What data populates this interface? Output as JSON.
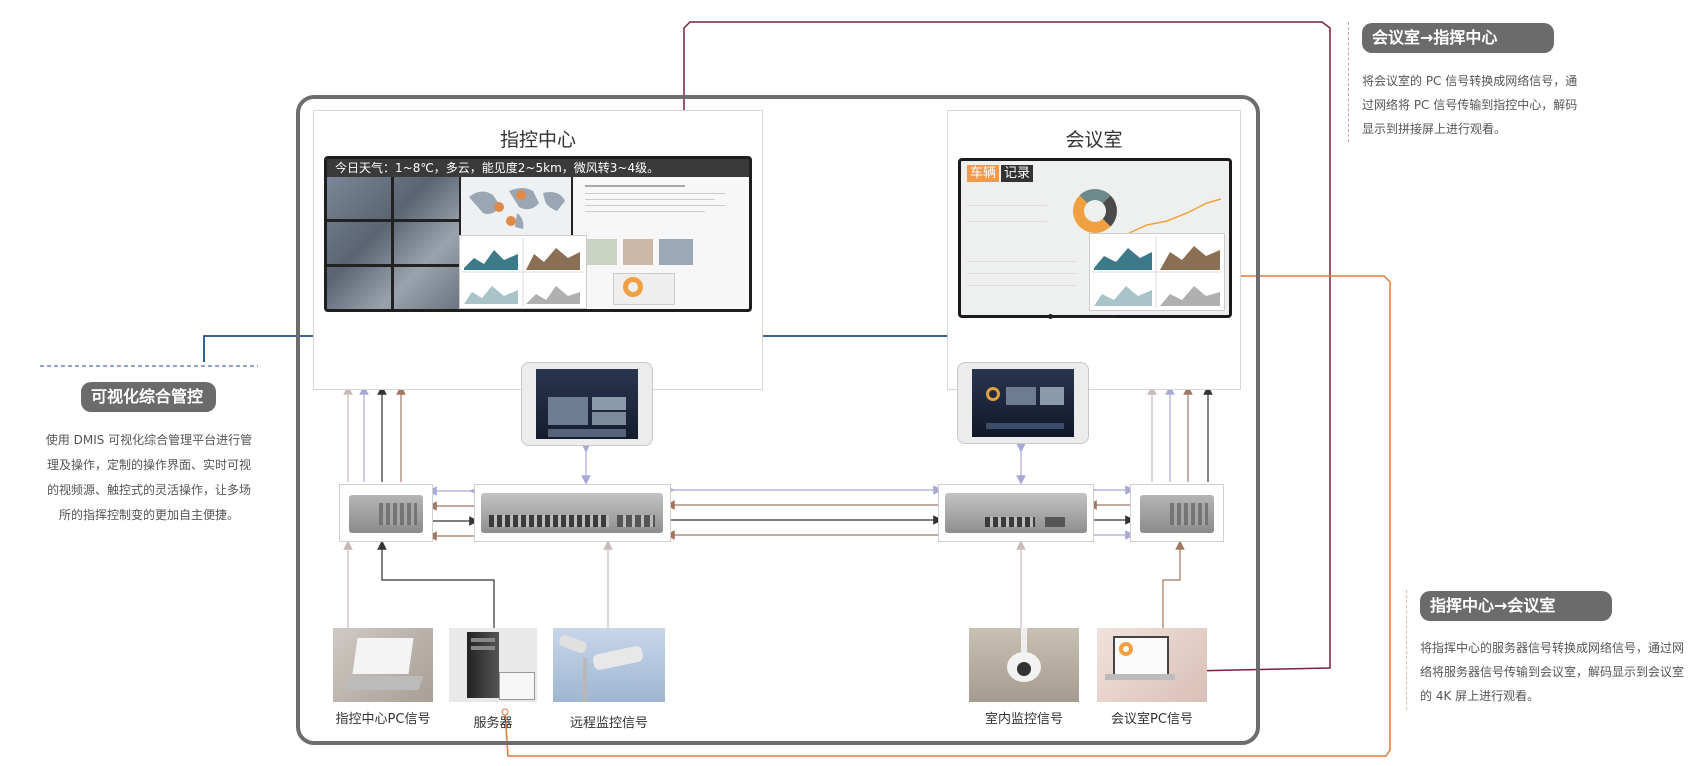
{
  "rooms": {
    "command": {
      "title": "指控中心",
      "weather": "今日天气：1~8℃，多云，能见度2~5km，微风转3~4级。"
    },
    "meeting": {
      "title": "会议室",
      "screen_tag_a": "车辆",
      "screen_tag_b": "记录"
    }
  },
  "callouts": {
    "top_right": {
      "title": "会议室→指挥中心",
      "lines": [
        "将会议室的 PC 信号转换成网络信号，通",
        "过网络将 PC 信号传输到指控中心，解码",
        "显示到拼接屏上进行观看。"
      ]
    },
    "left": {
      "title": "可视化综合管控",
      "lines": [
        "使用 DMIS 可视化综合管理平台进行管",
        "理及操作，定制的操作界面、实时可视",
        "的视频源、触控式的灵活操作，让多场",
        "所的指挥控制变的更加自主便捷。"
      ]
    },
    "bottom_right": {
      "title": "指挥中心→会议室",
      "lines": [
        "将指挥中心的服务器信号转换成网络信号，通过网",
        "络将服务器信号传输到会议室，解码显示到会议室",
        "的 4K 屏上进行观看。"
      ]
    }
  },
  "sources": {
    "command_pc": "指控中心PC信号",
    "server": "服务器",
    "remote_cam": "远程监控信号",
    "indoor_cam": "室内监控信号",
    "meeting_pc": "会议室PC信号"
  },
  "colors": {
    "frame": "#6d6d6d",
    "pill": "#6b6b6b",
    "maroon_line": "#7a1f35",
    "orange_line": "#e07a3a",
    "blue_line": "#1f4f8f",
    "lilac_arrow": "#a9a9d8",
    "brown_arrow": "#a07860",
    "dark_arrow": "#333333"
  }
}
